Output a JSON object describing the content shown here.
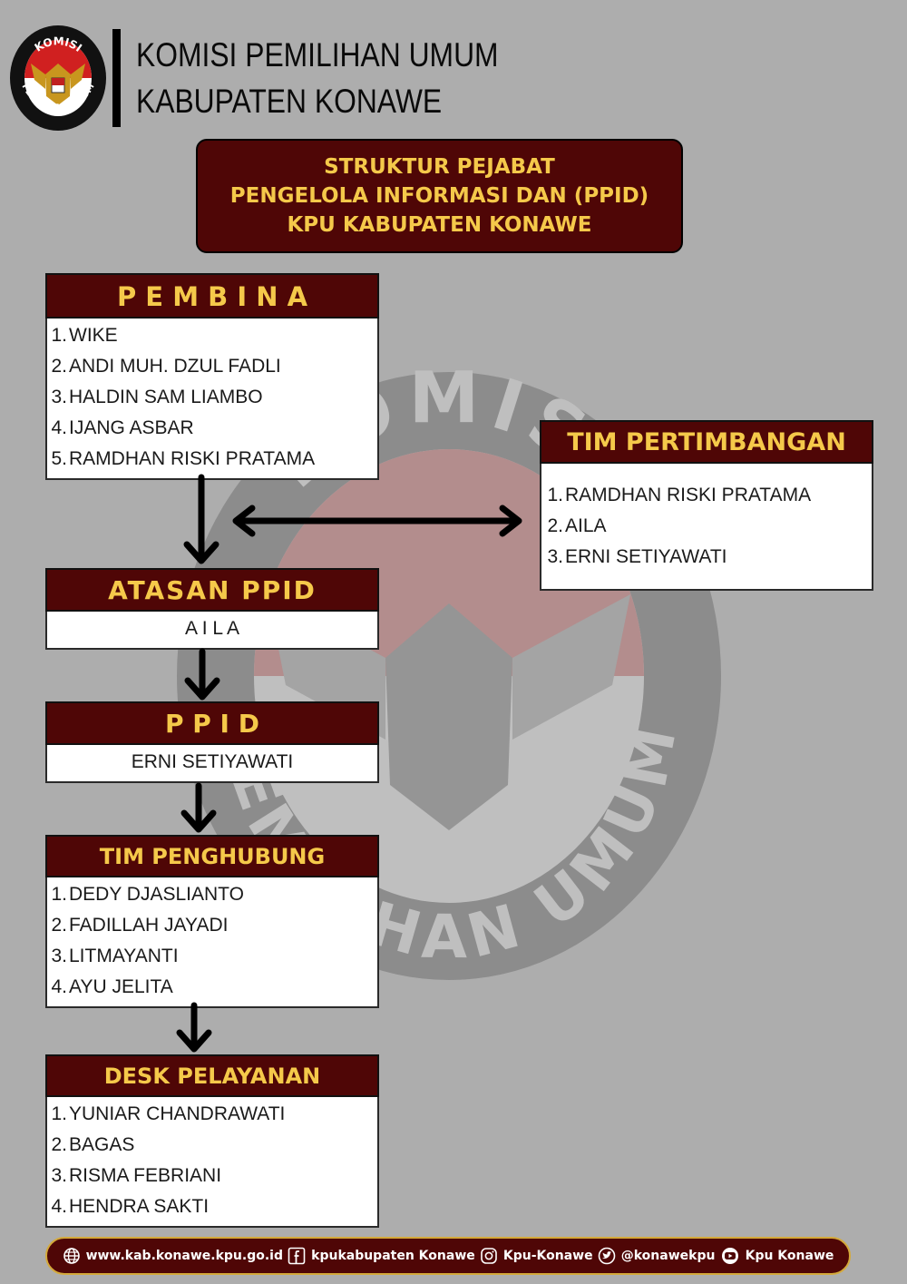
{
  "logo": {
    "top_text": "KOMISI",
    "bottom_text": "PEMILIHAN UMUM",
    "emblem": "garuda-emblem"
  },
  "header": {
    "line1": "KOMISI PEMILIHAN UMUM",
    "line2": "KABUPATEN KONAWE"
  },
  "title": {
    "line1": "STRUKTUR PEJABAT",
    "line2": "PENGELOLA INFORMASI DAN (PPID)",
    "line3": "KPU KABUPATEN KONAWE"
  },
  "pembina": {
    "heading": "P E M B I N A",
    "members": [
      {
        "num": "1.",
        "name": "WIKE"
      },
      {
        "num": "2.",
        "name": "ANDI MUH. DZUL FADLI"
      },
      {
        "num": "3.",
        "name": "HALDIN SAM LIAMBO"
      },
      {
        "num": "4.",
        "name": "IJANG ASBAR"
      },
      {
        "num": "5.",
        "name": "RAMDHAN RISKI PRATAMA"
      }
    ]
  },
  "tim_pertimbangan": {
    "heading": "TIM PERTIMBANGAN",
    "members": [
      {
        "num": "1.",
        "name": "RAMDHAN RISKI PRATAMA"
      },
      {
        "num": "2.",
        "name": "AILA"
      },
      {
        "num": "3.",
        "name": "ERNI SETIYAWATI"
      }
    ]
  },
  "atasan_ppid": {
    "heading": "ATASAN PPID",
    "name": "A I L A"
  },
  "ppid": {
    "heading": "P P I D",
    "name": "ERNI SETIYAWATI"
  },
  "tim_penghubung": {
    "heading": "TIM PENGHUBUNG",
    "members": [
      {
        "num": "1.",
        "name": "DEDY DJASLIANTO"
      },
      {
        "num": "2.",
        "name": "FADILLAH JAYADI"
      },
      {
        "num": "3.",
        "name": "LITMAYANTI"
      },
      {
        "num": "4.",
        "name": "AYU JELITA"
      }
    ]
  },
  "desk_pelayanan": {
    "heading": "DESK PELAYANAN",
    "members": [
      {
        "num": "1.",
        "name": "YUNIAR CHANDRAWATI"
      },
      {
        "num": "2.",
        "name": "BAGAS"
      },
      {
        "num": "3.",
        "name": "RISMA FEBRIANI"
      },
      {
        "num": "4.",
        "name": "HENDRA SAKTI"
      }
    ]
  },
  "watermark": {
    "top_text": "KOMISI",
    "bottom_text": "PEMILIHAN UMUM"
  },
  "footer": {
    "website": "www.kab.konawe.kpu.go.id",
    "facebook": "kpukabupaten Konawe",
    "instagram": "Kpu-Konawe",
    "twitter": "@konawekpu",
    "youtube": "Kpu Konawe",
    "icons": [
      "globe-icon",
      "facebook-icon",
      "instagram-icon",
      "twitter-icon",
      "youtube-icon"
    ]
  },
  "colors": {
    "background": "#adadad",
    "maroon": "#4f0606",
    "gold_text": "#f5c94a",
    "footer_border": "#d4a93a"
  }
}
